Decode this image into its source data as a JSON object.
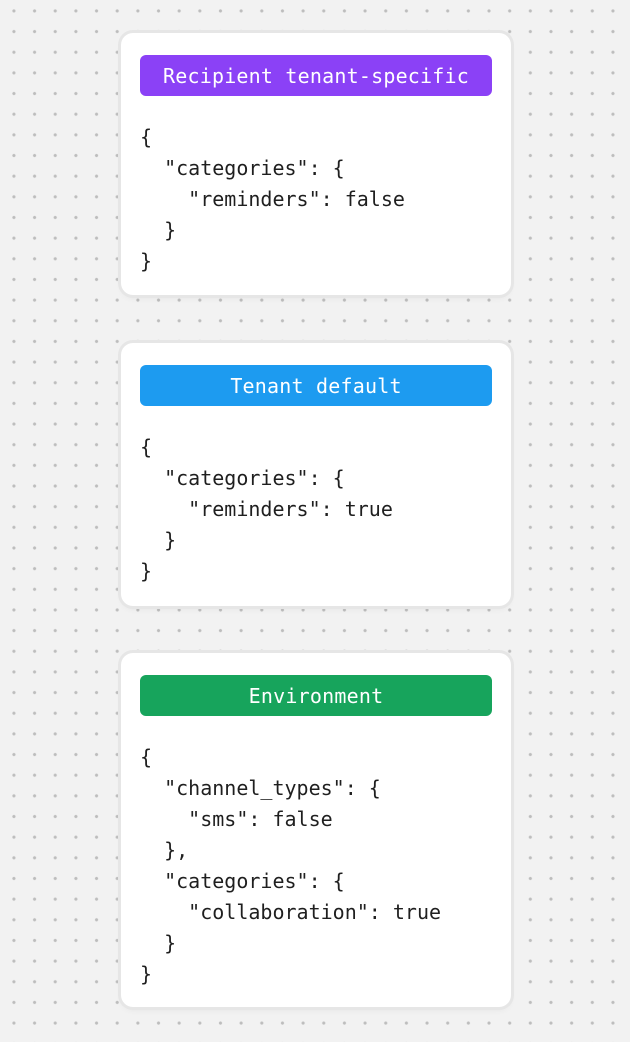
{
  "canvas": {
    "background_color": "#f2f2f2",
    "dot_color": "#bdbdbd"
  },
  "cards": [
    {
      "id": "recipient-tenant-specific",
      "badge": {
        "label": "Recipient tenant-specific",
        "color": "#8b41f6",
        "text_color": "#ffffff"
      },
      "code": "{\n  \"categories\": {\n    \"reminders\": false\n  }\n}"
    },
    {
      "id": "tenant-default",
      "badge": {
        "label": "Tenant default",
        "color": "#1d9bf0",
        "text_color": "#ffffff"
      },
      "code": "{\n  \"categories\": {\n    \"reminders\": true\n  }\n}"
    },
    {
      "id": "environment",
      "badge": {
        "label": "Environment",
        "color": "#17a45c",
        "text_color": "#ffffff"
      },
      "code": "{\n  \"channel_types\": {\n    \"sms\": false\n  },\n  \"categories\": {\n    \"collaboration\": true\n  }\n}"
    }
  ]
}
